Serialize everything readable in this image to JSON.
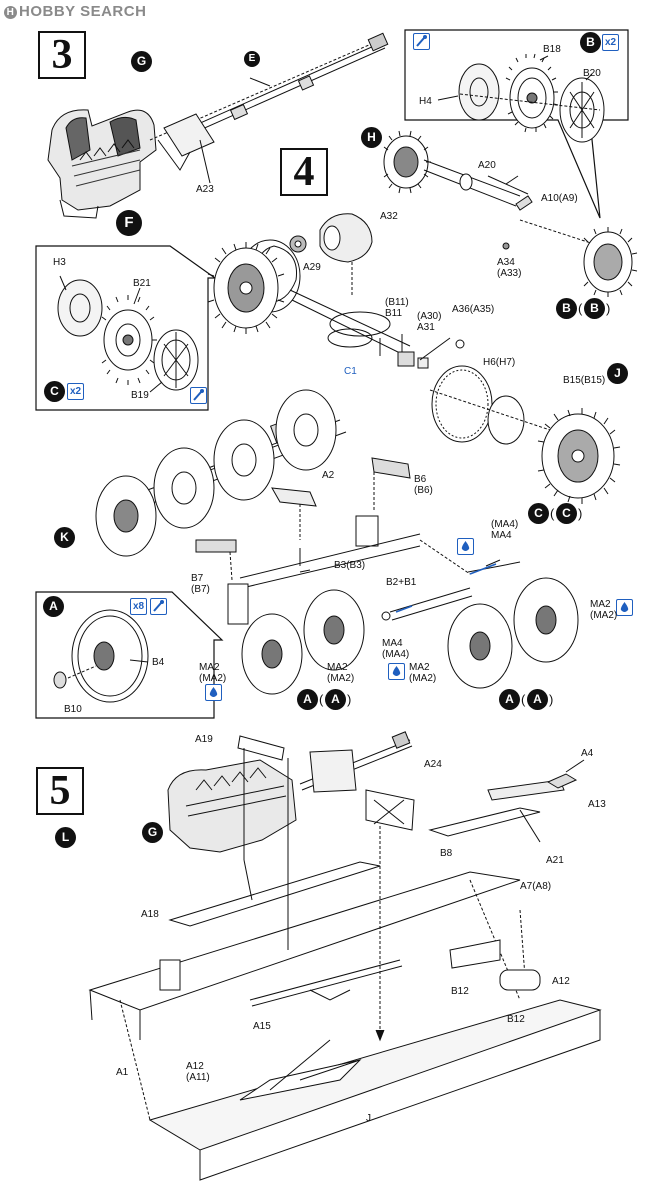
{
  "watermark": "HOBBY SEARCH",
  "steps": [
    "3",
    "4",
    "5"
  ],
  "callout_badges": [
    "G",
    "F",
    "H",
    "B",
    "C",
    "J",
    "K",
    "A",
    "L",
    "G"
  ],
  "callout_badges_paren": [
    "B",
    "B",
    "C",
    "C",
    "A",
    "A",
    "A",
    "A"
  ],
  "quantities": [
    "x2",
    "x2",
    "x8"
  ],
  "labels_step3": [
    "E",
    "A23"
  ],
  "labels_step4_top": [
    "H4",
    "B18",
    "B20",
    "A20",
    "A10(A9)",
    "A34\n(A33)",
    "A32",
    "A29",
    "H3",
    "B21",
    "B19",
    "(B11)\nB11",
    "(A30)\nA31",
    "A36(A35)",
    "C1",
    "H6(H7)",
    "B15(B15)"
  ],
  "labels_step4_bottom": [
    "A2",
    "B6\n(B6)",
    "(MA4)\nMA4",
    "B3(B3)",
    "B7\n(B7)",
    "B2+B1",
    "MA2\n(MA2)",
    "MA4\n(MA4)",
    "B4",
    "B10",
    "MA2\n(MA2)",
    "MA2\n(MA2)",
    "MA2\n(MA2)"
  ],
  "labels_step5": [
    "A19",
    "A24",
    "A4",
    "A13",
    "B8",
    "A21",
    "A7(A8)",
    "A18",
    "A12",
    "B12",
    "A15",
    "B12",
    "A1",
    "A12\n(A11)",
    "J"
  ]
}
